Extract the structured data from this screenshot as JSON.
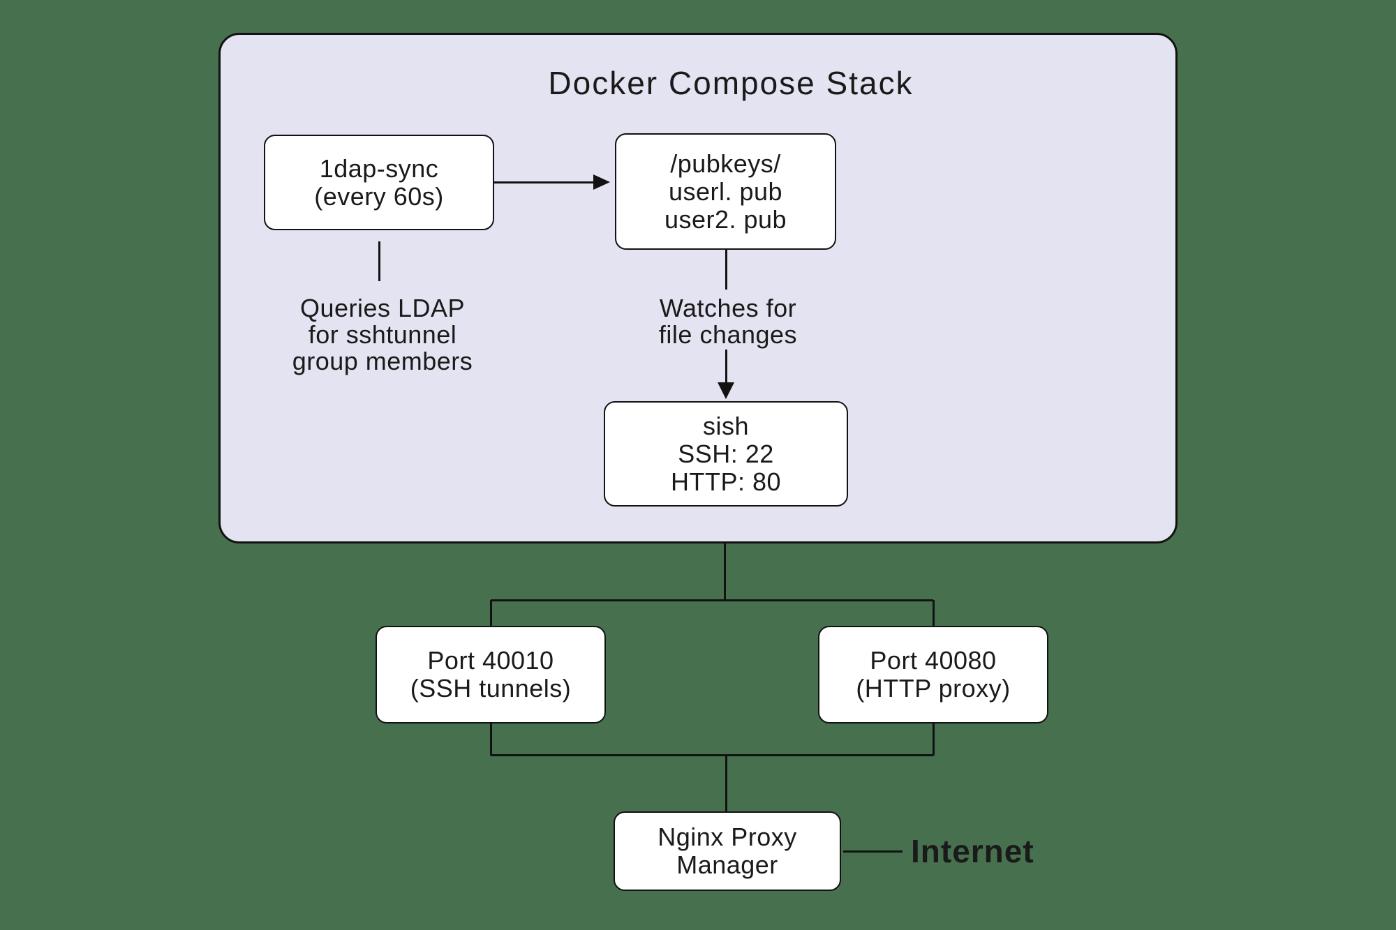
{
  "colors": {
    "background": "#47714e",
    "stack_fill": "#e4e3f1",
    "box_fill": "#ffffff",
    "line": "#121212",
    "text": "#1a1a1a"
  },
  "stack": {
    "title": "Docker Compose Stack"
  },
  "nodes": {
    "ldap_sync": {
      "lines": [
        "1dap-sync",
        "(every 60s)"
      ]
    },
    "pubkeys": {
      "lines": [
        "/pubkeys/",
        "userl. pub",
        "user2. pub"
      ]
    },
    "sish": {
      "lines": [
        "sish",
        "SSH: 22",
        "HTTP: 80"
      ]
    },
    "port_ssh": {
      "lines": [
        "Port 40010",
        "(SSH tunnels)"
      ]
    },
    "port_http": {
      "lines": [
        "Port 40080",
        "(HTTP proxy)"
      ]
    },
    "nginx": {
      "lines": [
        "Nginx Proxy",
        "Manager"
      ]
    }
  },
  "labels": {
    "ldap_note": {
      "lines": [
        "Queries LDAP",
        "for sshtunnel",
        "group members"
      ]
    },
    "watch_note": {
      "lines": [
        "Watches for",
        "file changes"
      ]
    },
    "internet": "Internet"
  }
}
